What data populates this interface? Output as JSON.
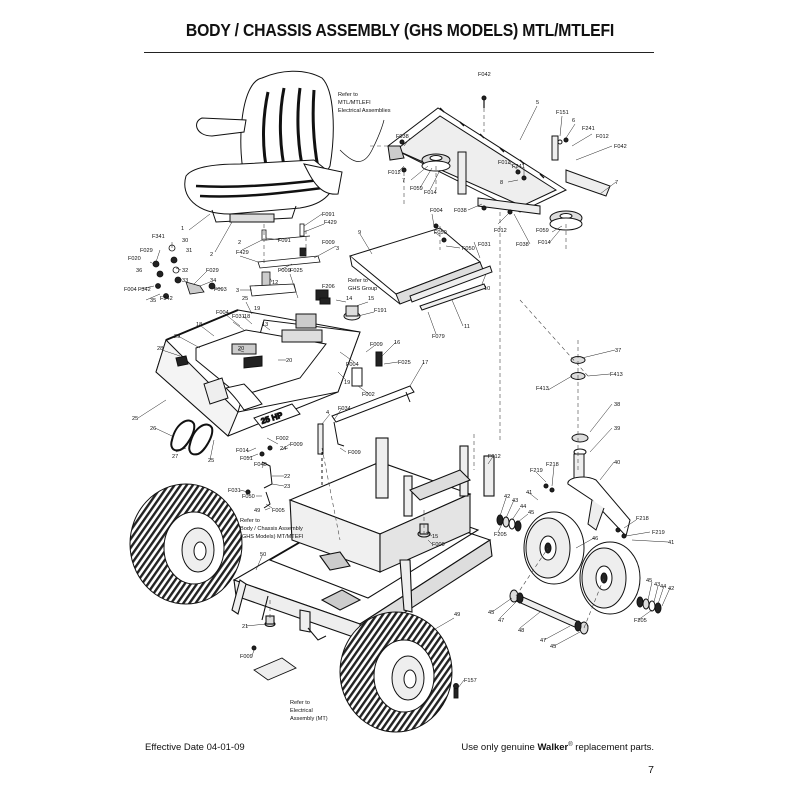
{
  "page": {
    "title": "BODY / CHASSIS ASSEMBLY (GHS MODELS) MTL/MTLEFI",
    "effective_date": "Effective Date 04-01-09",
    "replacement_prefix": "Use only genuine ",
    "replacement_brand": "Walker",
    "replacement_reg": "®",
    "replacement_suffix": " replacement parts.",
    "page_number": "7"
  },
  "diagram": {
    "notes": {
      "electrical_mtl_mtlefi": [
        "Refer to",
        "MTL/MTLEFI",
        "Electrical Assemblies"
      ],
      "ghs_group": [
        "Refer to",
        "GHS Group"
      ],
      "body_chassis": [
        "Refer to",
        "Body / Chassis Assembly",
        "(GHS Models) MT/MTEFI"
      ],
      "electrical_mt": [
        "Refer to",
        "Electrical",
        "Assembly (MT)"
      ]
    },
    "decal_text": "25 HP",
    "labels": [
      {
        "id": "F042",
        "text": "F042"
      },
      {
        "id": "5",
        "text": "5"
      },
      {
        "id": "F038a",
        "text": "F038"
      },
      {
        "id": "F151",
        "text": "F151"
      },
      {
        "id": "6",
        "text": "6"
      },
      {
        "id": "F241a",
        "text": "F241"
      },
      {
        "id": "F012a",
        "text": "F012"
      },
      {
        "id": "F042b",
        "text": "F042"
      },
      {
        "id": "F012b",
        "text": "F012"
      },
      {
        "id": "7a",
        "text": "7"
      },
      {
        "id": "F059a",
        "text": "F059"
      },
      {
        "id": "F014a",
        "text": "F014"
      },
      {
        "id": "F013",
        "text": "F013"
      },
      {
        "id": "F241b",
        "text": "F241"
      },
      {
        "id": "8",
        "text": "8"
      },
      {
        "id": "F038b",
        "text": "F038"
      },
      {
        "id": "F012c",
        "text": "F012"
      },
      {
        "id": "F038c",
        "text": "F038"
      },
      {
        "id": "7b",
        "text": "7"
      },
      {
        "id": "F059b",
        "text": "F059"
      },
      {
        "id": "F014b",
        "text": "F014"
      },
      {
        "id": "1",
        "text": "1"
      },
      {
        "id": "2a",
        "text": "2"
      },
      {
        "id": "F341",
        "text": "F341"
      },
      {
        "id": "30",
        "text": "30"
      },
      {
        "id": "31",
        "text": "31"
      },
      {
        "id": "F029a",
        "text": "F029"
      },
      {
        "id": "F020",
        "text": "F020"
      },
      {
        "id": "36",
        "text": "36"
      },
      {
        "id": "32",
        "text": "32"
      },
      {
        "id": "33",
        "text": "33"
      },
      {
        "id": "F004a",
        "text": "F004"
      },
      {
        "id": "F342a",
        "text": "F342"
      },
      {
        "id": "35",
        "text": "35"
      },
      {
        "id": "F342b",
        "text": "F342"
      },
      {
        "id": "F029b",
        "text": "F029"
      },
      {
        "id": "34",
        "text": "34"
      },
      {
        "id": "F093",
        "text": "F093"
      },
      {
        "id": "F091a",
        "text": "F091"
      },
      {
        "id": "F429a",
        "text": "F429"
      },
      {
        "id": "2b",
        "text": "2"
      },
      {
        "id": "F091b",
        "text": "F091"
      },
      {
        "id": "F429b",
        "text": "F429"
      },
      {
        "id": "F009a",
        "text": "F009"
      },
      {
        "id": "3a",
        "text": "3"
      },
      {
        "id": "F009b",
        "text": "F009"
      },
      {
        "id": "12",
        "text": "12"
      },
      {
        "id": "3b",
        "text": "3"
      },
      {
        "id": "F004b",
        "text": "F004"
      },
      {
        "id": "F050a",
        "text": "F050"
      },
      {
        "id": "9",
        "text": "9"
      },
      {
        "id": "F050b",
        "text": "F050"
      },
      {
        "id": "F031a",
        "text": "F031"
      },
      {
        "id": "10",
        "text": "10"
      },
      {
        "id": "F025",
        "text": "F025"
      },
      {
        "id": "F206",
        "text": "F206"
      },
      {
        "id": "14",
        "text": "14"
      },
      {
        "id": "15a",
        "text": "15"
      },
      {
        "id": "F191",
        "text": "F191"
      },
      {
        "id": "11",
        "text": "11"
      },
      {
        "id": "F079",
        "text": "F079"
      },
      {
        "id": "25a",
        "text": "25"
      },
      {
        "id": "F004c",
        "text": "F004"
      },
      {
        "id": "F031b",
        "text": "F031"
      },
      {
        "id": "18a",
        "text": "18"
      },
      {
        "id": "19a",
        "text": "19"
      },
      {
        "id": "13",
        "text": "13"
      },
      {
        "id": "29",
        "text": "29"
      },
      {
        "id": "18b",
        "text": "18"
      },
      {
        "id": "28",
        "text": "28"
      },
      {
        "id": "20a",
        "text": "20"
      },
      {
        "id": "20b",
        "text": "20"
      },
      {
        "id": "16",
        "text": "16"
      },
      {
        "id": "F009c",
        "text": "F009"
      },
      {
        "id": "F025b",
        "text": "F025"
      },
      {
        "id": "F004d",
        "text": "F004"
      },
      {
        "id": "17",
        "text": "17"
      },
      {
        "id": "19b",
        "text": "19"
      },
      {
        "id": "F002a",
        "text": "F002"
      },
      {
        "id": "25b",
        "text": "25"
      },
      {
        "id": "26",
        "text": "26"
      },
      {
        "id": "27",
        "text": "27"
      },
      {
        "id": "25c",
        "text": "25"
      },
      {
        "id": "F034",
        "text": "F034"
      },
      {
        "id": "4",
        "text": "4"
      },
      {
        "id": "F002b",
        "text": "F002"
      },
      {
        "id": "24",
        "text": "24"
      },
      {
        "id": "F009d",
        "text": "F009"
      },
      {
        "id": "F014c",
        "text": "F014"
      },
      {
        "id": "F051",
        "text": "F051"
      },
      {
        "id": "F009e",
        "text": "F009"
      },
      {
        "id": "F040",
        "text": "F040"
      },
      {
        "id": "22",
        "text": "22"
      },
      {
        "id": "23",
        "text": "23"
      },
      {
        "id": "F031c",
        "text": "F031"
      },
      {
        "id": "F050c",
        "text": "F050"
      },
      {
        "id": "F005",
        "text": "F005"
      },
      {
        "id": "49a",
        "text": "49"
      },
      {
        "id": "37",
        "text": "37"
      },
      {
        "id": "F413a",
        "text": "F413"
      },
      {
        "id": "F413b",
        "text": "F413"
      },
      {
        "id": "38",
        "text": "38"
      },
      {
        "id": "39",
        "text": "39"
      },
      {
        "id": "40",
        "text": "40"
      },
      {
        "id": "F012d",
        "text": "F012"
      },
      {
        "id": "F219a",
        "text": "F219"
      },
      {
        "id": "F218a",
        "text": "F218"
      },
      {
        "id": "42a",
        "text": "42"
      },
      {
        "id": "43a",
        "text": "43"
      },
      {
        "id": "44a",
        "text": "44"
      },
      {
        "id": "45a",
        "text": "45"
      },
      {
        "id": "41a",
        "text": "41"
      },
      {
        "id": "F205a",
        "text": "F205"
      },
      {
        "id": "F218b",
        "text": "F218"
      },
      {
        "id": "F219b",
        "text": "F219"
      },
      {
        "id": "41b",
        "text": "41"
      },
      {
        "id": "46",
        "text": "46"
      },
      {
        "id": "15b",
        "text": "15"
      },
      {
        "id": "F009f",
        "text": "F009"
      },
      {
        "id": "50",
        "text": "50"
      },
      {
        "id": "45b",
        "text": "45"
      },
      {
        "id": "43b",
        "text": "43"
      },
      {
        "id": "44b",
        "text": "44"
      },
      {
        "id": "42b",
        "text": "42"
      },
      {
        "id": "45c",
        "text": "45"
      },
      {
        "id": "47a",
        "text": "47"
      },
      {
        "id": "48",
        "text": "48"
      },
      {
        "id": "47b",
        "text": "47"
      },
      {
        "id": "F205b",
        "text": "F205"
      },
      {
        "id": "45d",
        "text": "45"
      },
      {
        "id": "21",
        "text": "21"
      },
      {
        "id": "49b",
        "text": "49"
      },
      {
        "id": "F009g",
        "text": "F009"
      },
      {
        "id": "F157",
        "text": "F157"
      }
    ]
  }
}
